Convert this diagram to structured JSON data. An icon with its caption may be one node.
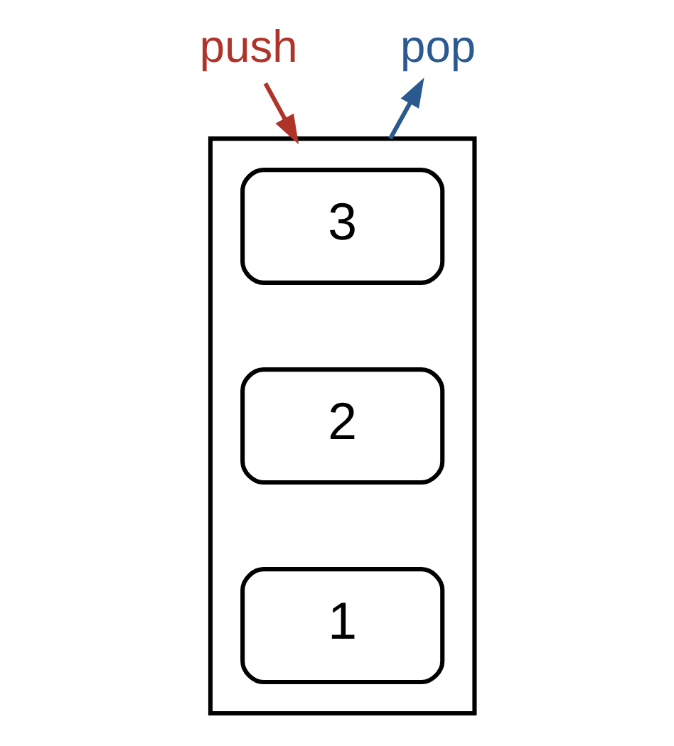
{
  "diagram": {
    "nodes": [
      {
        "text": [
          "push"
        ]
      },
      {
        "text": [
          "pop"
        ]
      },
      {
        "text": [],
        "shape": "box"
      },
      {
        "text": [
          "3"
        ],
        "in": 2
      },
      {
        "text": [
          "2"
        ],
        "in": 2
      },
      {
        "text": [
          "1"
        ],
        "in": 2
      }
    ],
    "edges": [
      {
        "from": 0,
        "to": 2,
        "arrow": "to",
        "color": "#b0332a"
      },
      {
        "from": 2,
        "to": 1,
        "arrow": "to",
        "color": "#2a5a8f"
      }
    ]
  }
}
